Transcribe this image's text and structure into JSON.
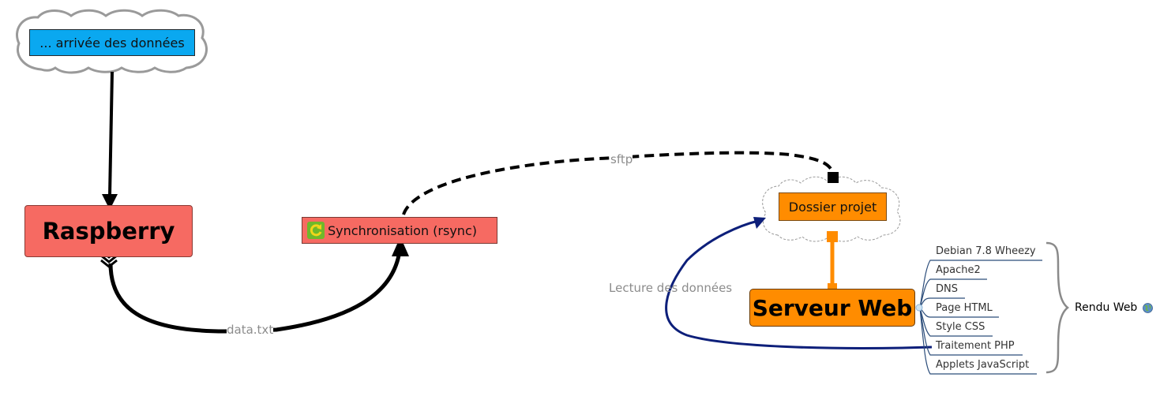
{
  "nodes": {
    "arrivee": "... arrivée des données",
    "raspberry": "Raspberry",
    "sync": "Synchronisation (rsync)",
    "dossier": "Dossier projet",
    "serveur": "Serveur Web"
  },
  "connections": {
    "sftp": "sftp",
    "data": "data.txt",
    "lecture": "Lecture des données"
  },
  "serveur_children": [
    "Debian 7.8 Wheezy",
    "Apache2",
    "DNS",
    "Page HTML",
    "Style CSS",
    "Traitement PHP",
    "Applets JavaScript"
  ],
  "summary": {
    "label": "Rendu Web",
    "icon": "globe-icon"
  },
  "colors": {
    "blue_node": "#0aa8f0",
    "red_node": "#f66a62",
    "orange_node": "#ff8c00",
    "navy_link": "#0d1f7a",
    "label_gray": "#8c8c8c"
  }
}
